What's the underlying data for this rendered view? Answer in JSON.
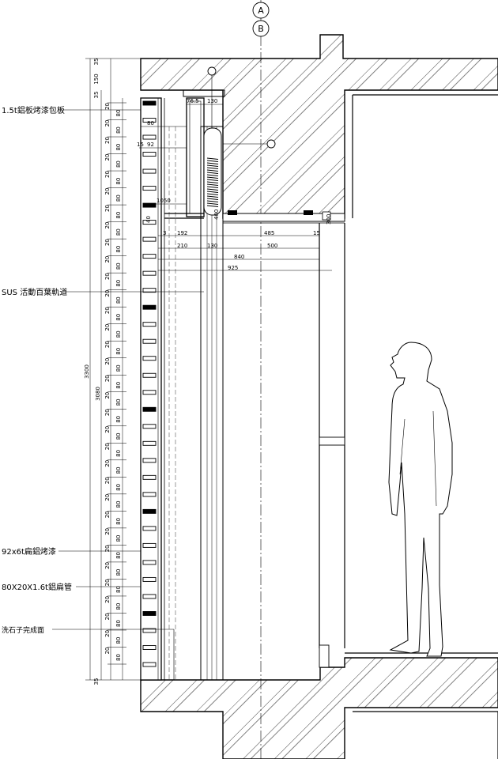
{
  "grid_markers": [
    "A",
    "B"
  ],
  "labels": {
    "panel": "1.5t鋁板烤漆包板",
    "track": "SUS 活動百葉軌道",
    "flat_bar": "92x6t扁鋁烤漆",
    "tube": "80X20X1.6t鋁扁管",
    "finish": "洗石子完成面"
  },
  "dims": {
    "total_height": "3300",
    "inner_height": "3080",
    "top_35": "35",
    "top_150": "150",
    "top_35b": "35",
    "bottom_35": "35",
    "w_76_5": "76.5",
    "w_130_top": "130",
    "w_80": "80",
    "w_92": "92",
    "w_15": "15",
    "w_1050": "1050",
    "h_40": "40",
    "h_400": "400",
    "w_3": "3",
    "w_192": "192",
    "w_485": "485",
    "w_15b": "15",
    "w_210": "210",
    "w_130": "130",
    "w_500": "500",
    "w_840": "840",
    "w_925": "925",
    "h_300": "300"
  },
  "louver": {
    "count": 34,
    "pitch_a": "80",
    "pitch_b": "20"
  }
}
